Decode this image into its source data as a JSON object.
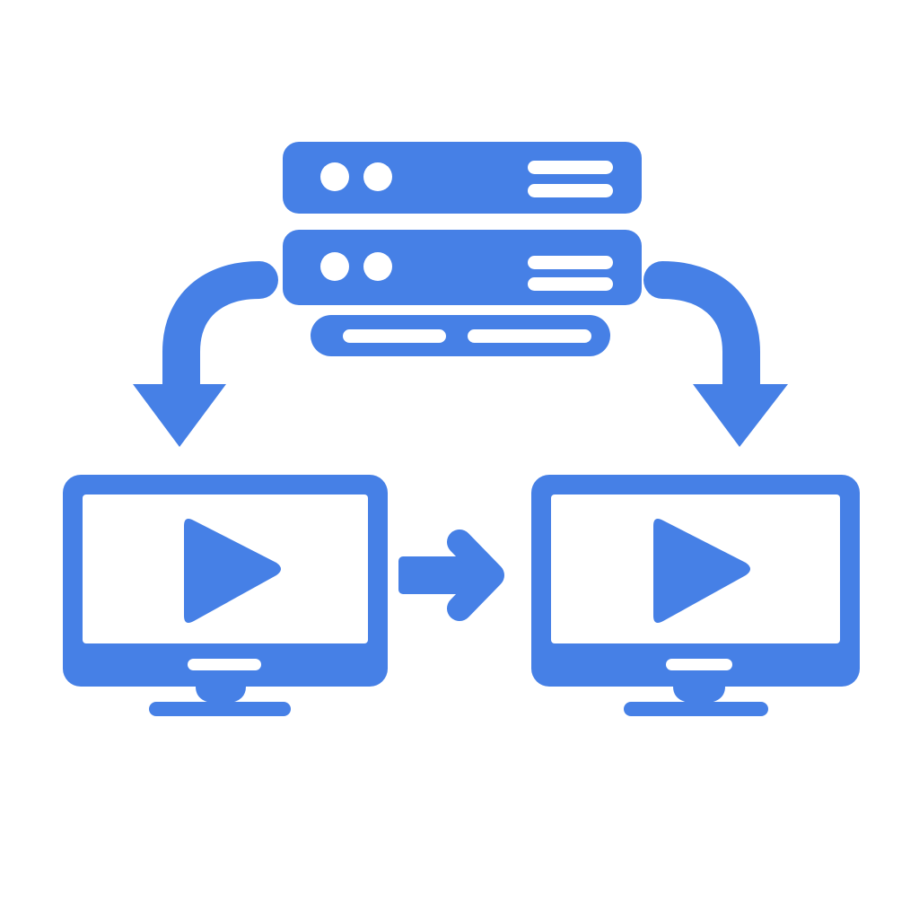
{
  "colors": {
    "primary": "#4680e6",
    "background": "#ffffff"
  },
  "diagram": {
    "nodes": [
      {
        "id": "server",
        "icon": "server-rack-icon"
      },
      {
        "id": "screen-left",
        "icon": "monitor-play-icon"
      },
      {
        "id": "screen-right",
        "icon": "monitor-play-icon"
      }
    ],
    "edges": [
      {
        "from": "server",
        "to": "screen-left",
        "icon": "curved-arrow-down-icon"
      },
      {
        "from": "server",
        "to": "screen-right",
        "icon": "curved-arrow-down-icon"
      },
      {
        "from": "screen-left",
        "to": "screen-right",
        "icon": "arrow-right-icon"
      }
    ]
  }
}
